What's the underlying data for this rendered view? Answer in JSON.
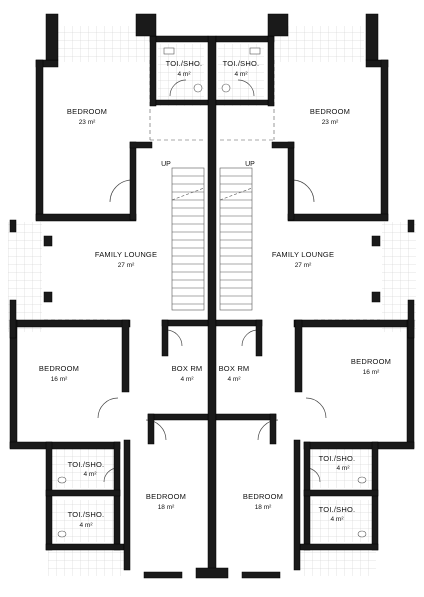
{
  "colors": {
    "wall_fill": "#1a1a1a",
    "wall_outline": "#000000",
    "fixture_line": "#555555",
    "tile_grid": "#c8c8c8",
    "background": "#ffffff"
  },
  "rooms": [
    {
      "id": "bedroom-top-left",
      "label": "BEDROOM",
      "area": "23 m²"
    },
    {
      "id": "bedroom-top-right",
      "label": "BEDROOM",
      "area": "23 m²"
    },
    {
      "id": "toilet-top-left",
      "label": "TOI./SHO.",
      "area": "4 m²"
    },
    {
      "id": "toilet-top-right",
      "label": "TOI./SHO.",
      "area": "4 m²"
    },
    {
      "id": "lounge-left",
      "label": "FAMILY LOUNGE",
      "area": "27 m²"
    },
    {
      "id": "lounge-right",
      "label": "FAMILY LOUNGE",
      "area": "27 m²"
    },
    {
      "id": "bedroom-mid-left",
      "label": "BEDROOM",
      "area": "16 m²"
    },
    {
      "id": "bedroom-mid-right",
      "label": "BEDROOM",
      "area": "16 m²"
    },
    {
      "id": "boxroom-left",
      "label": "BOX RM",
      "area": "4 m²"
    },
    {
      "id": "boxroom-right",
      "label": "BOX RM",
      "area": "4 m²"
    },
    {
      "id": "toilet-mid-left",
      "label": "TOI./SHO.",
      "area": "4 m²"
    },
    {
      "id": "toilet-mid-right",
      "label": "TOI./SHO.",
      "area": "4 m²"
    },
    {
      "id": "toilet-low-left",
      "label": "TOI./SHO.",
      "area": "4 m²"
    },
    {
      "id": "toilet-low-right",
      "label": "TOI./SHO.",
      "area": "4 m²"
    },
    {
      "id": "bedroom-bottom-left",
      "label": "BEDROOM",
      "area": "18 m²"
    },
    {
      "id": "bedroom-bottom-right",
      "label": "BEDROOM",
      "area": "18 m²"
    }
  ],
  "stairs": {
    "left_label": "UP",
    "right_label": "UP"
  }
}
